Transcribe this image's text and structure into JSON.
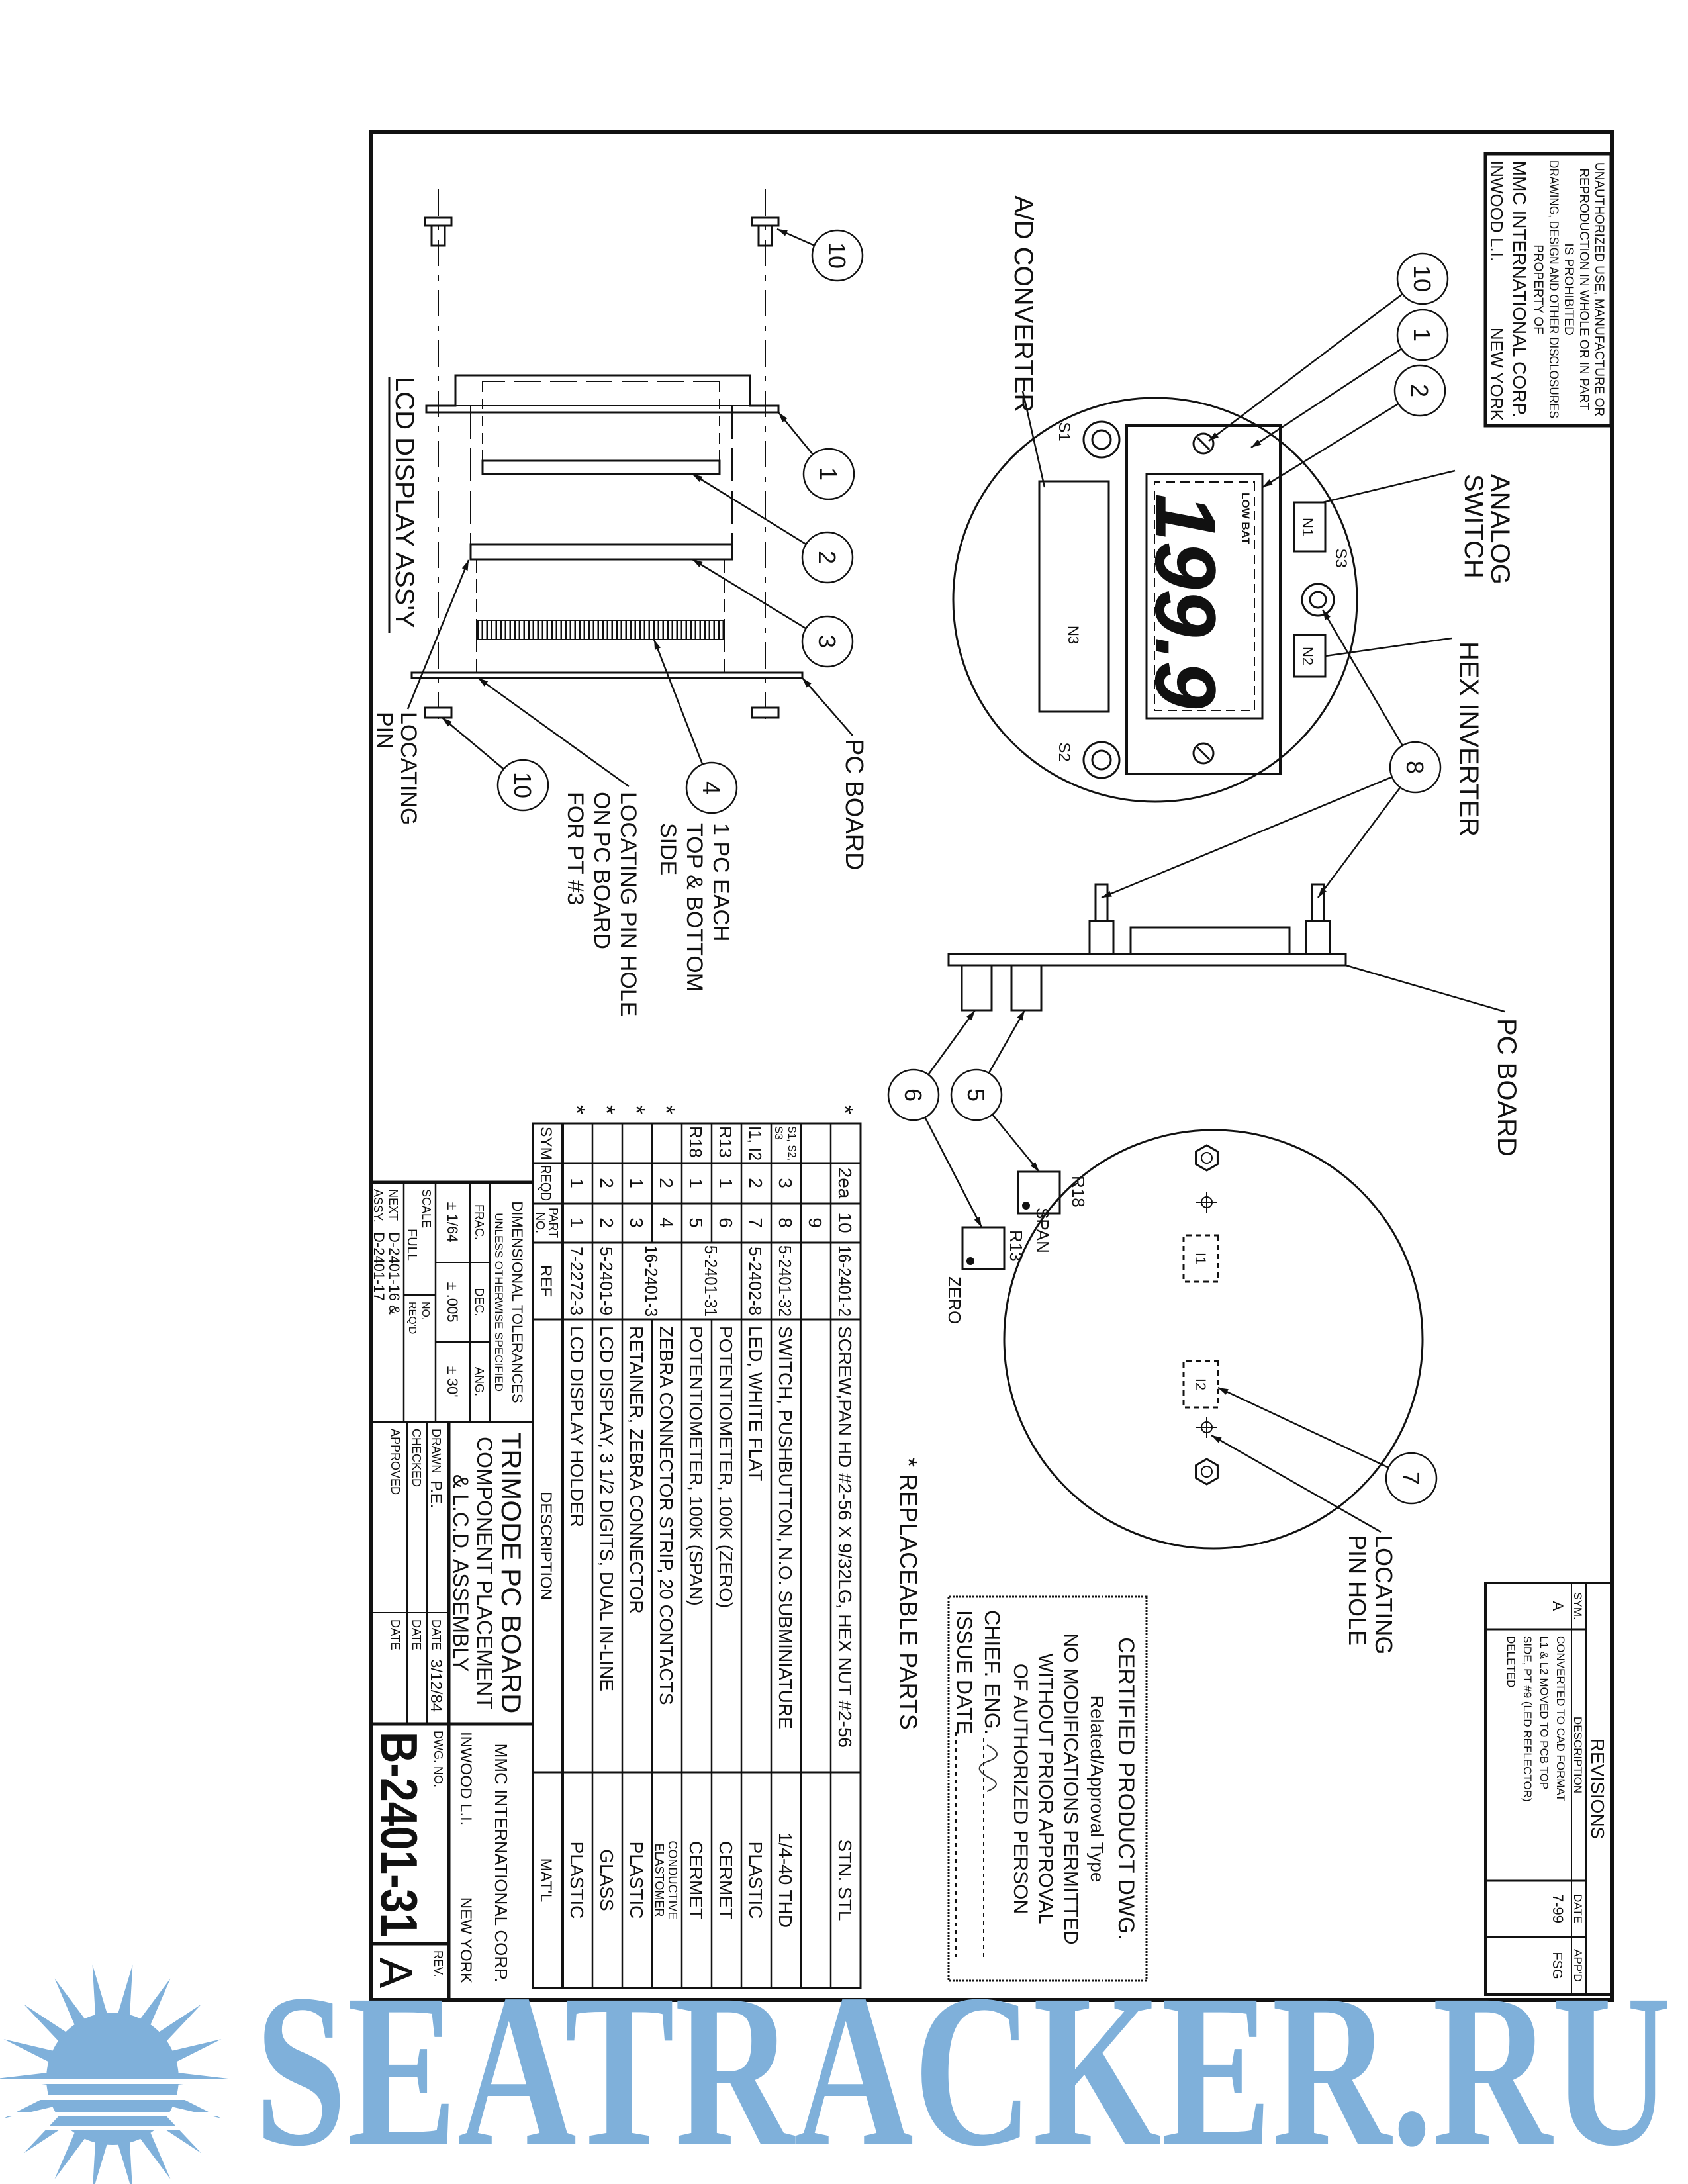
{
  "notice": {
    "lines": [
      "UNAUTHORIZED USE, MANUFACTURE OR",
      "REPRODUCTION IN WHOLE OR IN PART",
      "IS PROHIBITED",
      "DRAWING, DESIGN AND OTHER DISCLOSURES",
      "PROPERTY OF"
    ],
    "company": "MMC INTERNATIONAL CORP.",
    "city": "INWOOD L.I.",
    "state": "NEW YORK"
  },
  "revisions": {
    "title": "REVISIONS",
    "headers": [
      "SYM.",
      "DESCRIPTION",
      "DATE",
      "APP'D"
    ],
    "rows": [
      {
        "sym": "A",
        "description": [
          "CONVERTED TO CAD FORMAT",
          "L1 & L2 MOVED TO PCB TOP",
          "SIDE, PT #9 (LED REFLECTOR)",
          "DELETED"
        ],
        "date": "7-99",
        "appd": "FSG"
      }
    ]
  },
  "top_view": {
    "readout": "199.9",
    "low_bat": "LOW BAT",
    "s1": "S1",
    "s2": "S2",
    "s3": "S3",
    "n1": "N1",
    "n2": "N2",
    "n3": "N3",
    "ad_converter": "A/D CONVERTER",
    "analog_switch": [
      "ANALOG",
      "SWITCH"
    ],
    "hex_inverter": "HEX INVERTER",
    "pc_board": "PC BOARD"
  },
  "bottom_view": {
    "r18": "R18",
    "span": "SPAN",
    "r13": "R13",
    "zero": "ZERO",
    "l1": "I1",
    "l2": "I2",
    "locating_pin_hole": [
      "LOCATING",
      "PIN HOLE"
    ]
  },
  "side_view": {
    "title": "LCD DISPLAY ASS'Y",
    "pc_board": "PC BOARD",
    "locating_pin": [
      "LOCATING",
      "PIN"
    ],
    "locating_pin_hole_pc": [
      "LOCATING PIN HOLE",
      "ON PC BOARD",
      "FOR PT #3"
    ],
    "one_pc_each": [
      "1 PC EACH",
      "TOP & BOTTOM",
      "SIDE"
    ]
  },
  "balloons": {
    "top_view": [
      "10",
      "1",
      "2",
      "8"
    ],
    "bottom_view": [
      "7",
      "5",
      "6"
    ],
    "side_view": [
      "10",
      "1",
      "2",
      "3",
      "4",
      "10"
    ]
  },
  "stamp": {
    "lines": [
      "CERTIFIED PRODUCT DWG.",
      "Related/Approval Type",
      "NO MODIFICATIONS PERMITTED",
      "WITHOUT PRIOR APPROVAL",
      "OF AUTHORIZED PERSON"
    ],
    "chief_eng_label": "CHIEF. ENG.",
    "issue_date_label": "ISSUE DATE"
  },
  "parts_list": {
    "heading": "* REPLACEABLE PARTS",
    "marker": "*",
    "headers": {
      "sym": "SYM",
      "reqd": "REQD",
      "part_no": [
        "PART",
        "NO."
      ],
      "ref": "REF",
      "description": "DESCRIPTION",
      "material": "MAT'L"
    },
    "rows": [
      {
        "sym": "",
        "reqd": "2ea",
        "part_no": "10",
        "ref": "16-2401-2",
        "ref_span": 1,
        "description": "SCREW,PAN HD #2-56 X 9/32LG, HEX NUT #2-56",
        "material": "STN. STL",
        "replaceable": true
      },
      {
        "sym": "",
        "reqd": "",
        "part_no": "9",
        "ref": "",
        "ref_span": 1,
        "description": "",
        "material": "",
        "replaceable": false
      },
      {
        "sym": [
          "S1, S2,",
          "S3"
        ],
        "reqd": "3",
        "part_no": "8",
        "ref": "5-2401-32",
        "ref_span": 1,
        "description": "SWITCH, PUSHBUTTON, N.O. SUBMINIATURE",
        "material": "1/4-40 THD",
        "replaceable": false
      },
      {
        "sym": "I1, I2",
        "reqd": "2",
        "part_no": "7",
        "ref": "5-2402-8",
        "ref_span": 1,
        "description": "LED, WHITE FLAT",
        "material": "PLASTIC",
        "replaceable": false
      },
      {
        "sym": "R13",
        "reqd": "1",
        "part_no": "6",
        "ref": "5-2401-31",
        "ref_span": 2,
        "description": "POTENTIOMETER, 100K (ZERO)",
        "material": "CERMET",
        "replaceable": false
      },
      {
        "sym": "R18",
        "reqd": "1",
        "part_no": "5",
        "ref": "",
        "ref_span": 0,
        "description": "POTENTIOMETER, 100K (SPAN)",
        "material": "CERMET",
        "replaceable": false
      },
      {
        "sym": "",
        "reqd": "2",
        "part_no": "4",
        "ref": "16-2401-3",
        "ref_span": 2,
        "description": "ZEBRA CONNECTOR STRIP, 20 CONTACTS",
        "material": [
          "CONDUCTIVE",
          "ELASTOMER"
        ],
        "replaceable": true
      },
      {
        "sym": "",
        "reqd": "1",
        "part_no": "3",
        "ref": "",
        "ref_span": 0,
        "description": "RETAINER, ZEBRA CONNECTOR",
        "material": "PLASTIC",
        "replaceable": true
      },
      {
        "sym": "",
        "reqd": "2",
        "part_no": "2",
        "ref": "5-2401-9",
        "ref_span": 1,
        "description": "LCD DISPLAY, 3 1/2 DIGITS, DUAL IN-LINE",
        "material": "GLASS",
        "replaceable": true
      },
      {
        "sym": "",
        "reqd": "1",
        "part_no": "1",
        "ref": "7-2272-3",
        "ref_span": 1,
        "description": "LCD DISPLAY HOLDER",
        "material": "PLASTIC",
        "replaceable": true
      }
    ]
  },
  "title_block": {
    "tolerances_title": "DIMENSIONAL TOLERANCES",
    "tolerances_sub": "UNLESS OTHERWISE SPECIFIED",
    "frac_label": "FRAC.",
    "dec_label": "DEC.",
    "ang_label": "ANG.",
    "frac_tol": "± 1/64",
    "dec_tol": "± .005",
    "ang_tol": "± 30'",
    "scale_label": "SCALE",
    "scale_value": "FULL",
    "no_reqd_label": [
      "NO.",
      "REQ'D"
    ],
    "next_assy_label": [
      "NEXT",
      "ASSY."
    ],
    "next_assy_value": [
      "D-2401-16 &",
      "D-2401-17"
    ],
    "title": [
      "TRIMODE PC BOARD",
      "COMPONENT PLACEMENT",
      "& L.C.D. ASSEMBLY"
    ],
    "drawn_label": "DRAWN",
    "drawn_by": "P.E.",
    "date_label": "DATE",
    "drawn_date": "3/12/84",
    "checked_label": "CHECKED",
    "approved_label": "APPROVED",
    "company": "MMC INTERNATIONAL CORP.",
    "city": "INWOOD L.I.",
    "state": "NEW YORK",
    "dwg_no_label": "DWG. NO.",
    "dwg_no": "B-2401-31",
    "rev_label": "REV.",
    "rev": "A"
  },
  "watermark": {
    "text": "SEATRACKER.RU",
    "color": "#7fb0da"
  }
}
